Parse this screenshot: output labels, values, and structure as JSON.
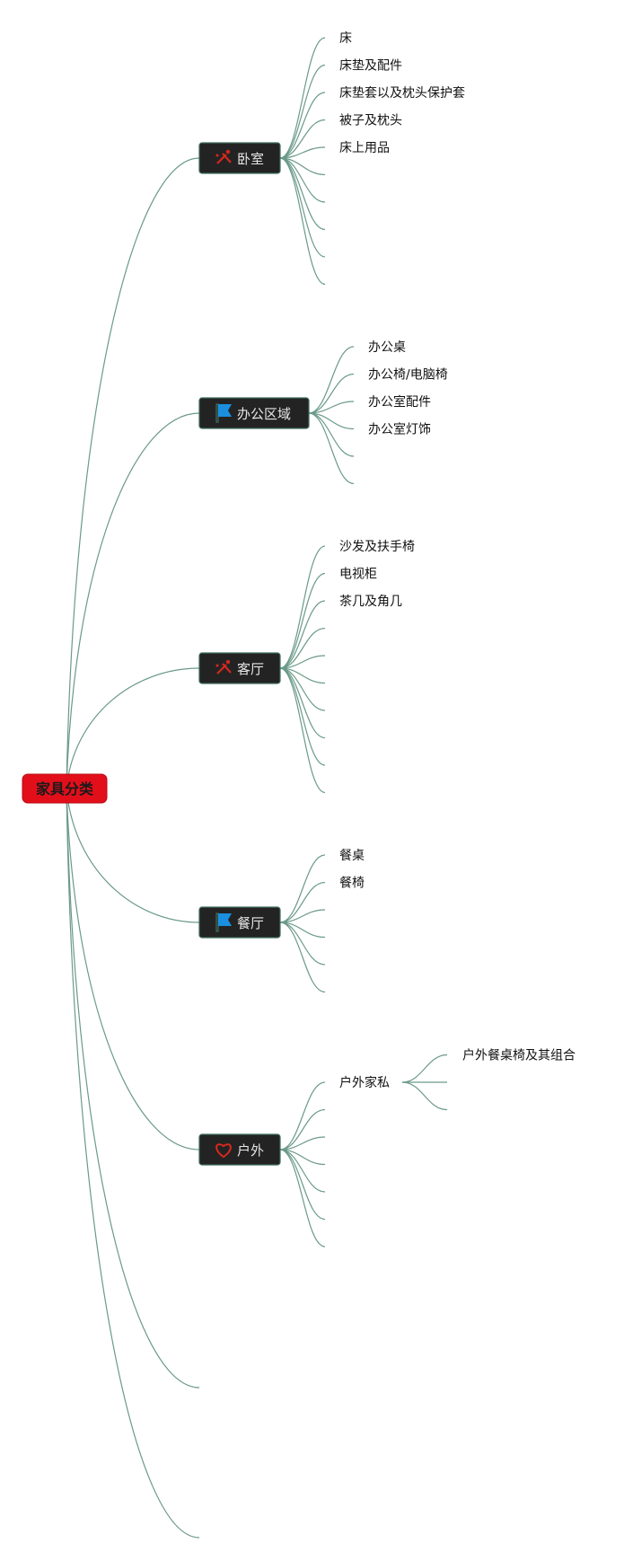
{
  "root": {
    "label": "家具分类"
  },
  "branches": [
    {
      "label": "卧室",
      "icon": "tools-icon",
      "items": [
        "床",
        "床垫及配件",
        "床垫套以及枕头保护套",
        "被子及枕头",
        "床上用品",
        "",
        "",
        "",
        "",
        ""
      ]
    },
    {
      "label": "办公区域",
      "icon": "flag-icon",
      "items": [
        "办公桌",
        "办公椅/电脑椅",
        "办公室配件",
        "办公室灯饰",
        "",
        ""
      ]
    },
    {
      "label": "客厅",
      "icon": "tools-icon",
      "items": [
        "沙发及扶手椅",
        "电视柜",
        "茶几及角几",
        "",
        "",
        "",
        "",
        "",
        "",
        ""
      ]
    },
    {
      "label": "餐厅",
      "icon": "flag-icon",
      "items": [
        "餐桌",
        "餐椅",
        "",
        "",
        "",
        ""
      ]
    },
    {
      "label": "户外",
      "icon": "heart-icon",
      "items": [
        "户外家私",
        "",
        "",
        "",
        "",
        "",
        ""
      ],
      "sub": {
        "items": [
          "户外餐桌椅及其组合",
          "",
          ""
        ]
      }
    }
  ],
  "empty_branches": 2,
  "colors": {
    "line": "#6b9a88",
    "root_fill": "#e20f1a",
    "branch_fill": "#232323",
    "tools_icon": "#d5281e",
    "flag_icon": "#1a8fe0",
    "heart_icon": "#d5281e"
  }
}
